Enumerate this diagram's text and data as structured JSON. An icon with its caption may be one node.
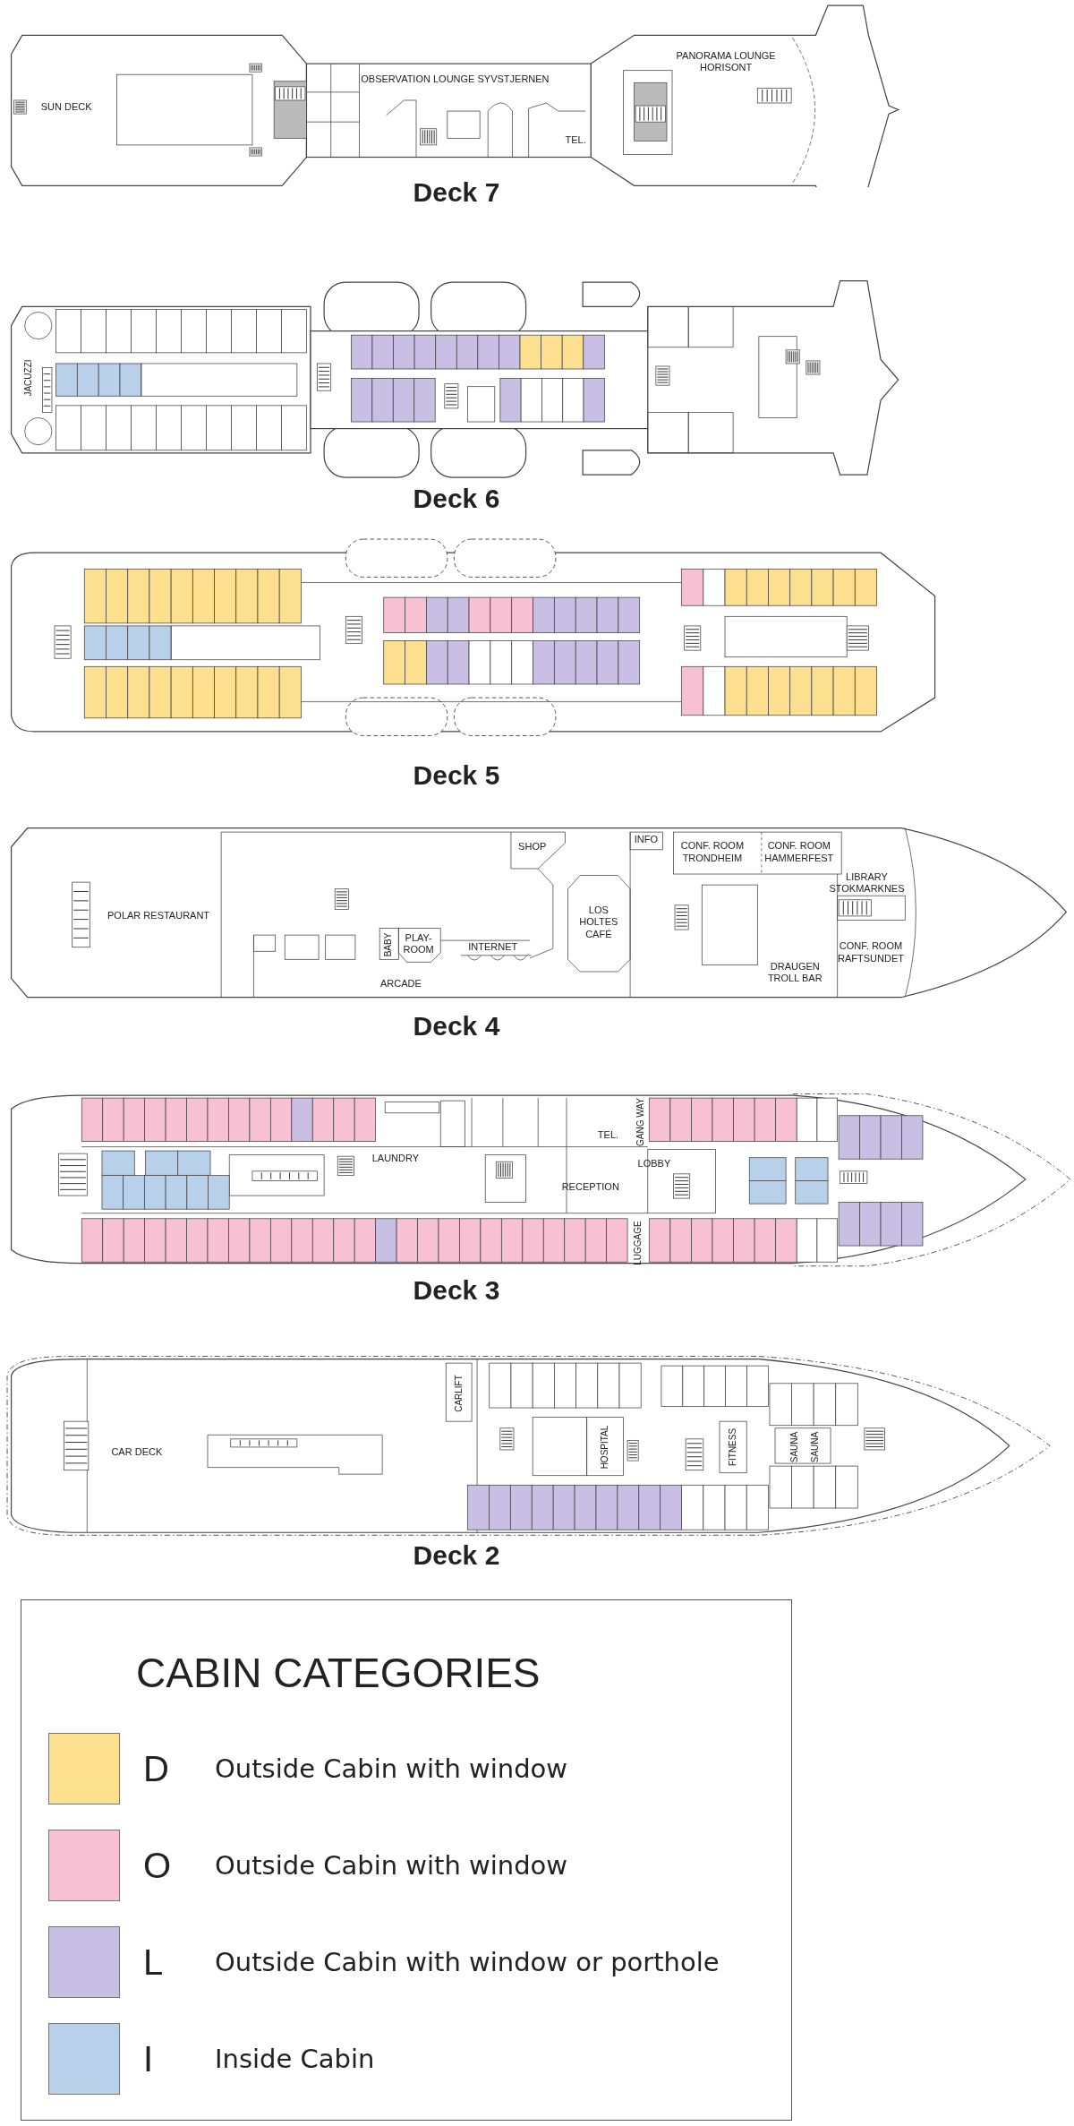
{
  "diagram": {
    "nodes": [
      {
        "text": [
          "Deck 7"
        ]
      },
      {
        "text": [
          "Deck 6"
        ]
      },
      {
        "text": [
          "Deck 5"
        ]
      },
      {
        "text": [
          "Deck 4"
        ]
      },
      {
        "text": [
          "Deck 3"
        ]
      },
      {
        "text": [
          "Deck 2"
        ]
      }
    ],
    "labels": [
      "SUN DECK",
      "OBSERVATION LOUNGE SYVSTJERNEN",
      "TEL.",
      "PANORAMA LOUNGE HORISONT",
      "JACUZZI",
      "SHOP",
      "INFO",
      "CONF. ROOM TRONDHEIM",
      "CONF. ROOM HAMMERFEST",
      "POLAR RESTAURANT",
      "LOS HOLTES CAFÉ",
      "LIBRARY STOKMARKNES",
      "BABY",
      "PLAY-ROOM",
      "INTERNET",
      "CONF. ROOM RAFTSUNDET",
      "DRAUGEN TROLL BAR",
      "ARCADE",
      "LAUNDRY",
      "GANG WAY",
      "TEL.",
      "LOBBY",
      "RECEPTION",
      "LUGGAGE",
      "CARLIFT",
      "CAR DECK",
      "HOSPITAL",
      "FITNESS",
      "SAUNA",
      "SAUNA",
      "CABIN CATEGORIES",
      "D",
      "O",
      "L",
      "I"
    ],
    "legend": [
      {
        "text": "Outside Cabin with window",
        "color": "#fce08f"
      },
      {
        "text": "Outside Cabin with window",
        "color": "#f8c1d3"
      },
      {
        "text": "Outside Cabin with window or porthole",
        "color": "#c9bee3"
      },
      {
        "text": "Inside Cabin",
        "color": "#b9d0ea"
      }
    ]
  }
}
